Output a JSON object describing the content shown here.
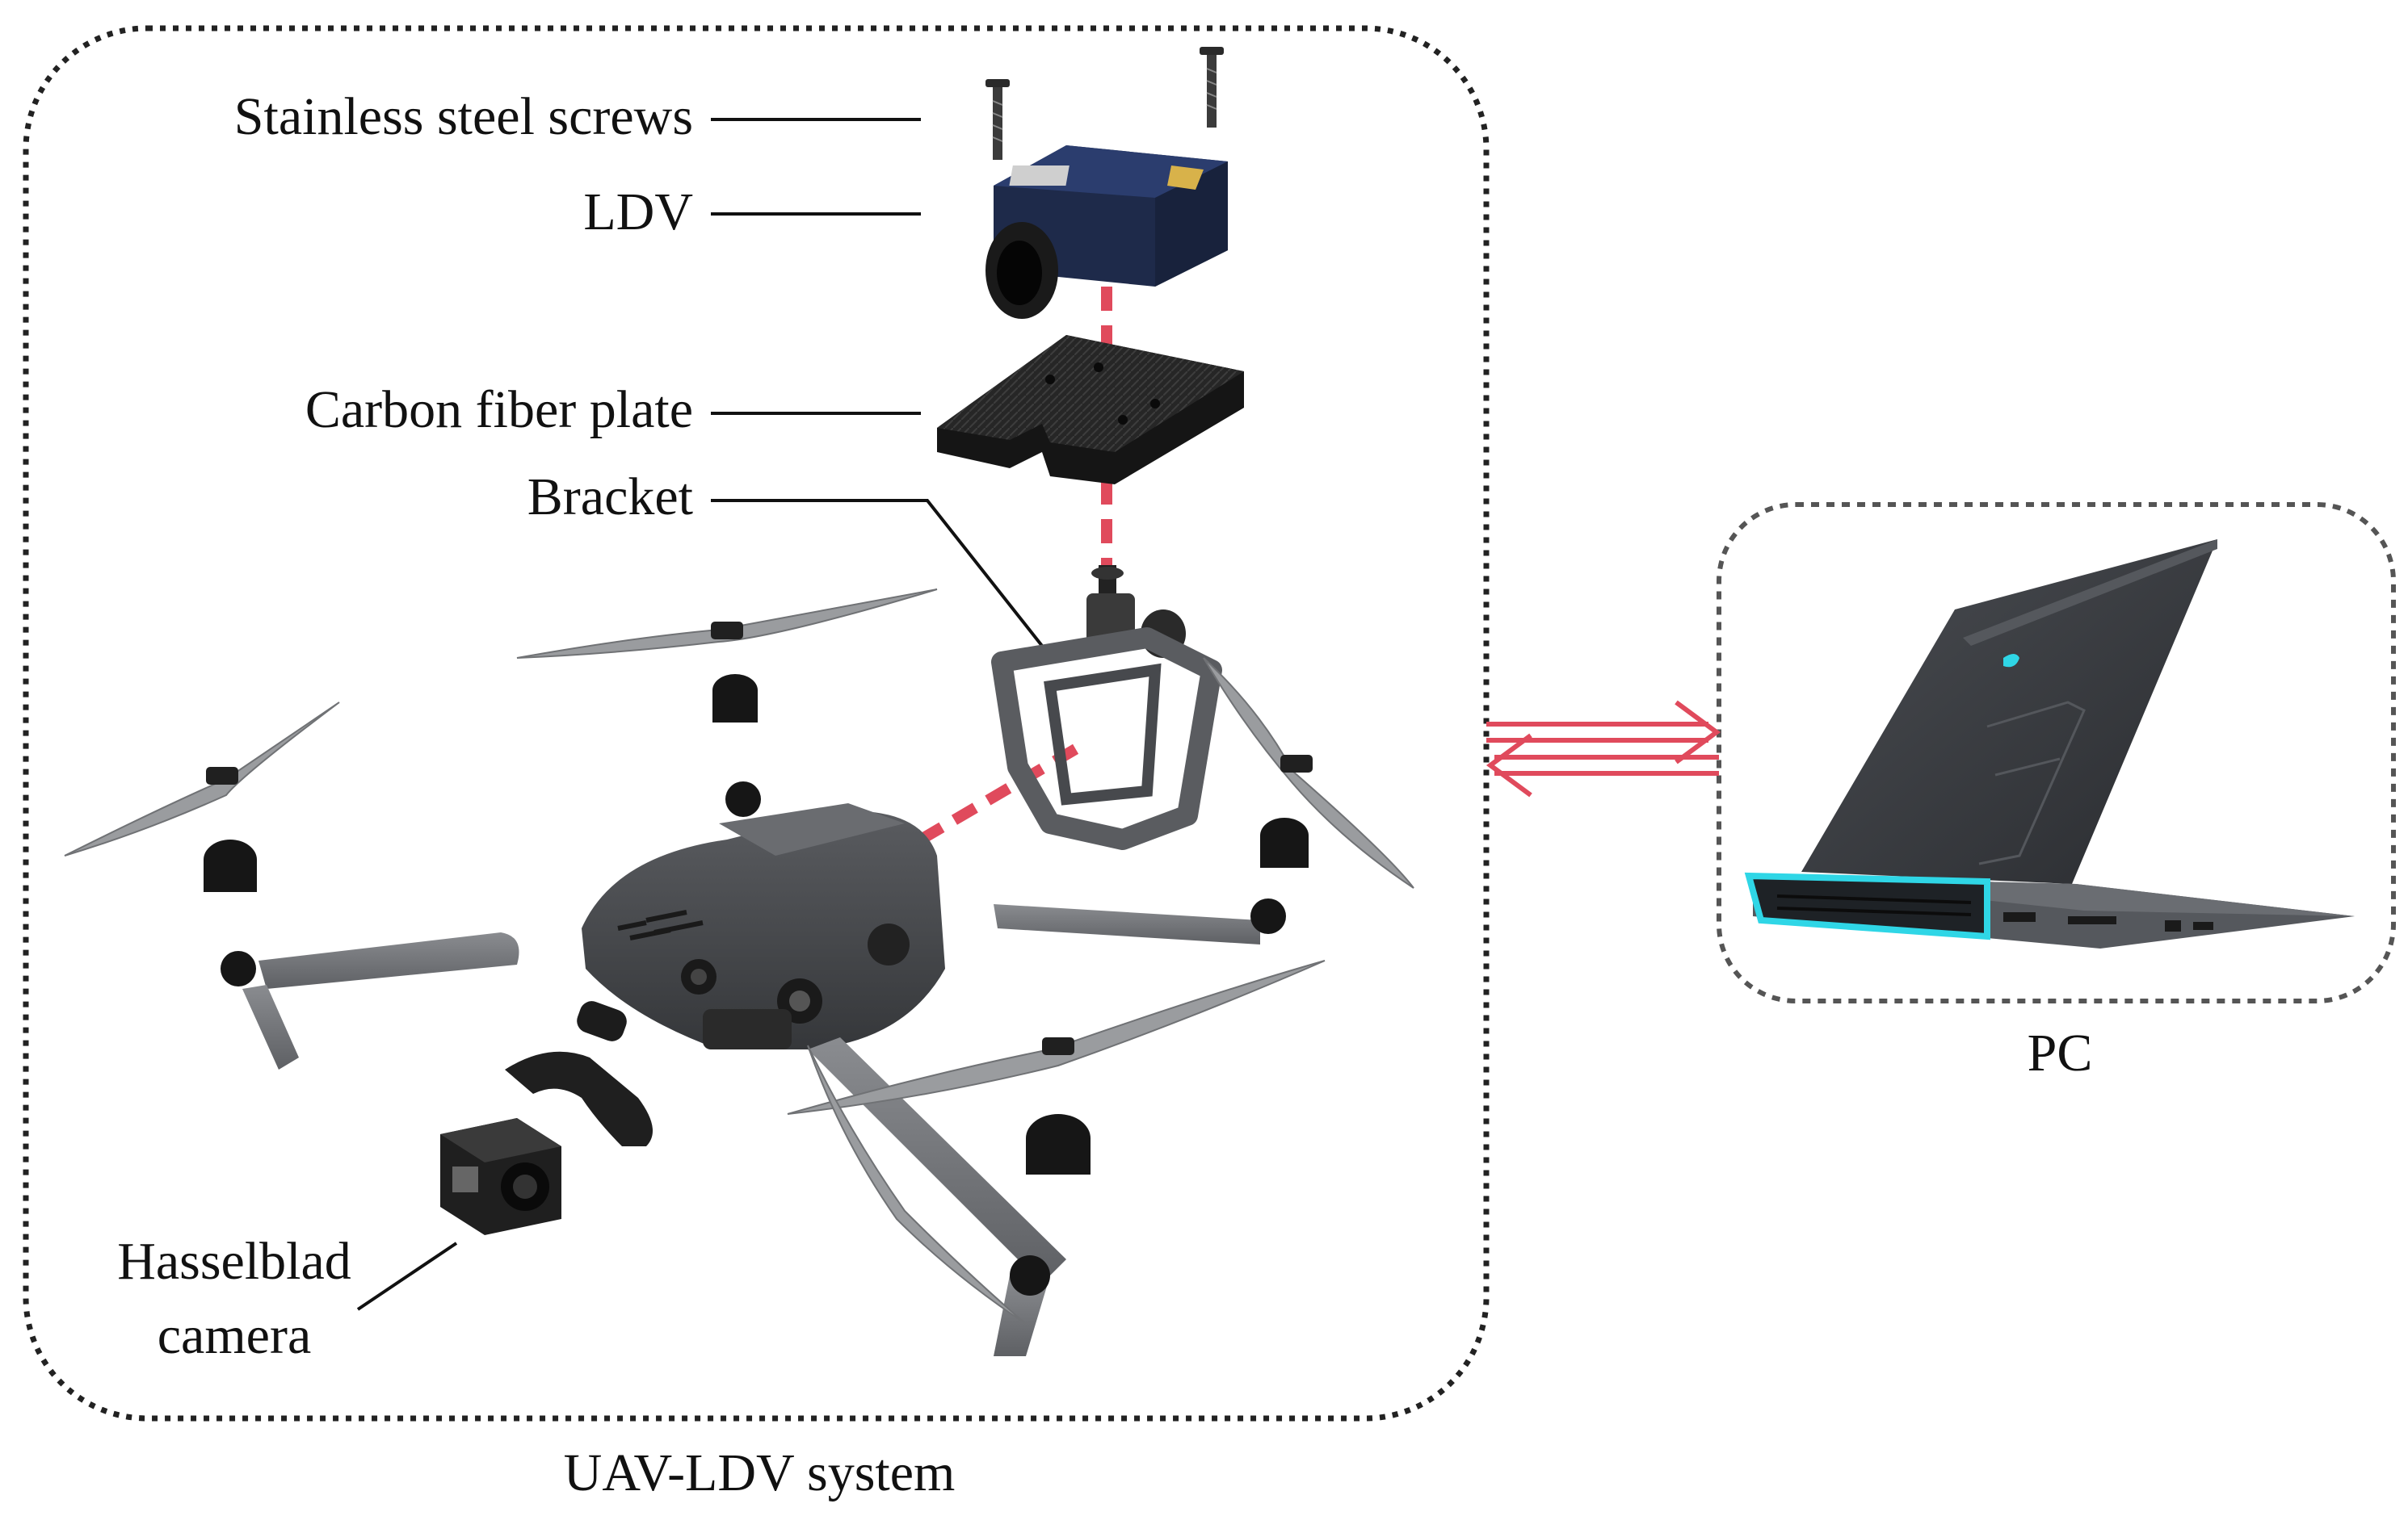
{
  "labels": {
    "screws": "Stainless steel screws",
    "ldv": "LDV",
    "plate": "Carbon fiber plate",
    "bracket": "Bracket",
    "camera_line1": "Hasselblad",
    "camera_line2": "camera",
    "system": "UAV-LDV system",
    "pc": "PC"
  },
  "colors": {
    "laser": "#e04a5c",
    "arrow": "#e04a5c",
    "dotted_border": "#222222",
    "pc_border": "#555555",
    "drone_body": "#4a4c50",
    "drone_arm": "#6e7074",
    "carbon": "#2a2a2a",
    "ldv_blue": "#2b3d6e",
    "laptop": "#3a3d42",
    "laptop_accent": "#2fd6e6"
  }
}
